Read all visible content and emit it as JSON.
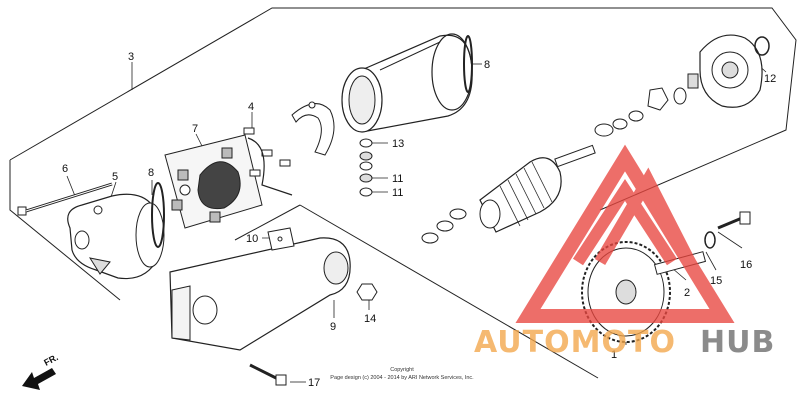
{
  "callouts": {
    "c1": "1",
    "c2": "2",
    "c3": "3",
    "c4": "4",
    "c5": "5",
    "c6": "6",
    "c7": "7",
    "c8a": "8",
    "c8b": "8",
    "c9": "9",
    "c10": "10",
    "c11a": "11",
    "c11b": "11",
    "c12": "12",
    "c13": "13",
    "c14": "14",
    "c15": "15",
    "c16": "16",
    "c17": "17"
  },
  "direction_label": "FR.",
  "copyright": {
    "line1": "Copyright",
    "line2": "Page design (c) 2004 - 2014 by ARI Network Services, Inc."
  },
  "watermark": {
    "auto": "AUTOMOTO",
    "hub": "HUB",
    "colors": {
      "triangle": "#e8463f",
      "auto": "#f3a64a",
      "hub": "#6b6b6b"
    }
  }
}
